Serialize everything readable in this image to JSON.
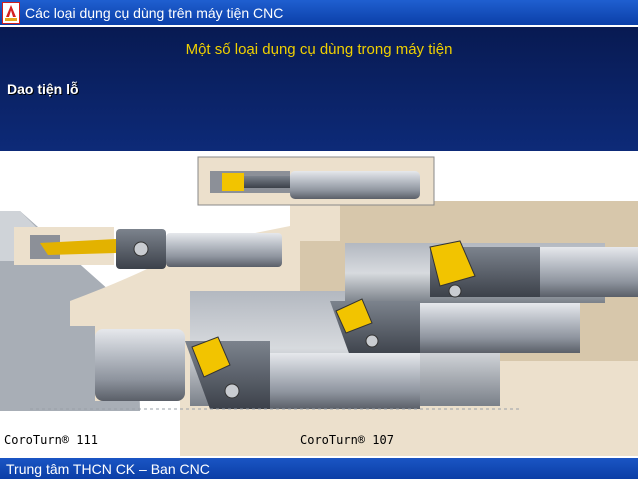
{
  "header": {
    "title": "Các loại dụng cụ dùng trên máy tiện CNC"
  },
  "slide": {
    "subtitle": "Một số loại dụng cụ dùng trong máy tiện",
    "section_label": "Dao tiện lỗ"
  },
  "figure": {
    "caption_left": "CoroTurn® 111",
    "caption_right": "CoroTurn® 107"
  },
  "footer": {
    "text": "Trung tâm THCN CK – Ban CNC"
  },
  "colors": {
    "header_bar": "#1f5fd0",
    "slide_background": "#0a1f5c",
    "subtitle_text": "#f0d000",
    "insert_gold": "#f2c400",
    "workpiece_beige": "#ece0cc"
  },
  "icons": [
    "logo-icon"
  ]
}
